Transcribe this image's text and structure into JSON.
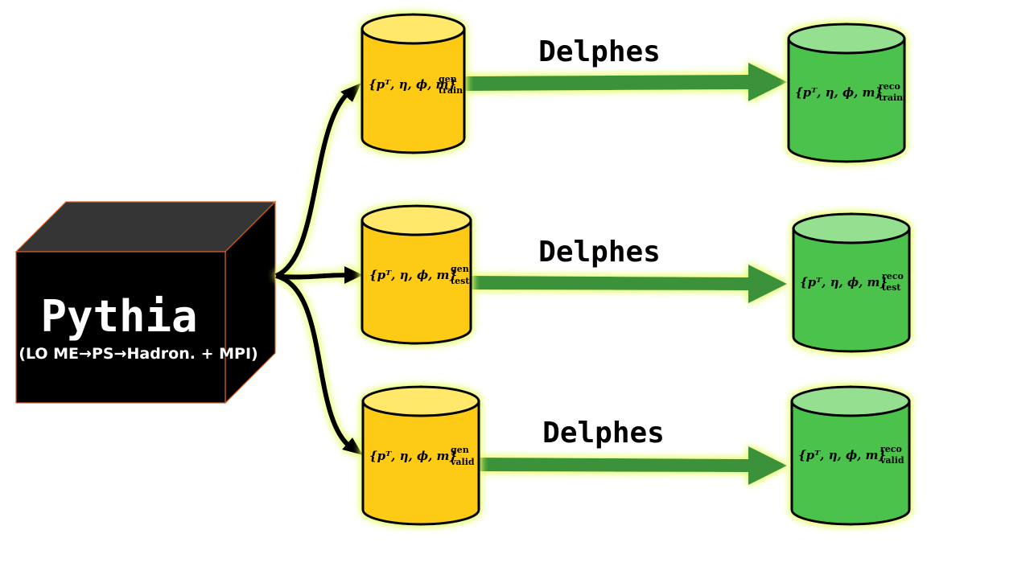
{
  "source": {
    "title": "Pythia",
    "subtitle": "(LO ME→PS→Hadron. + MPI)"
  },
  "process_label": "Delphes",
  "colors": {
    "gen_body": "#fdcb17",
    "gen_top": "#ffe86a",
    "reco_body": "#4cc24c",
    "reco_top": "#94df90",
    "delphes_arrow": "#3a923a",
    "glow": "#e6ff66",
    "cube_front": "#000000",
    "cube_top": "#353535",
    "cube_edge": "#d4602a"
  },
  "splits": [
    {
      "gen": {
        "vars": "{pᵀ, η, ϕ, m}",
        "sup": "gen",
        "sub": "train"
      },
      "reco": {
        "vars": "{pᵀ, η, ϕ, m}",
        "sup": "reco",
        "sub": "train"
      },
      "delphes": "Delphes"
    },
    {
      "gen": {
        "vars": "{pᵀ, η, ϕ, m}",
        "sup": "gen",
        "sub": "test"
      },
      "reco": {
        "vars": "{pᵀ, η, ϕ, m}",
        "sup": "reco",
        "sub": "test"
      },
      "delphes": "Delphes"
    },
    {
      "gen": {
        "vars": "{pᵀ, η, ϕ, m}",
        "sup": "gen",
        "sub": "valid"
      },
      "reco": {
        "vars": "{pᵀ, η, ϕ, m}",
        "sup": "reco",
        "sub": "valid"
      },
      "delphes": "Delphes"
    }
  ]
}
